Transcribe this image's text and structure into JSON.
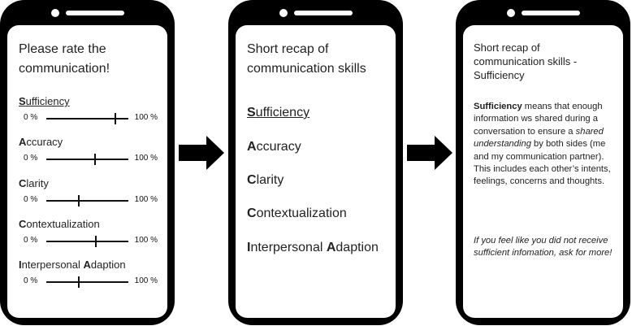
{
  "screen1": {
    "title_lines": [
      "Please rate the",
      "communication!"
    ],
    "min_label": "0 %",
    "max_label": "100 %",
    "ratings": [
      {
        "initial": "S",
        "rest": "ufficiency",
        "level": 0.84
      },
      {
        "initial": "A",
        "rest": "ccuracy",
        "level": 0.59
      },
      {
        "initial": "C",
        "rest": "larity",
        "level": 0.4
      },
      {
        "initial": "C",
        "rest": "ontextualization",
        "level": 0.6
      },
      {
        "initial": "I",
        "rest": "nterpersonal ",
        "initial2": "A",
        "rest2": "daption",
        "level": 0.4
      }
    ]
  },
  "screen2": {
    "title_lines": [
      "Short recap of",
      "communication skills"
    ],
    "skills": [
      {
        "initial": "S",
        "rest": "ufficiency"
      },
      {
        "initial": "A",
        "rest": "ccuracy"
      },
      {
        "initial": "C",
        "rest": "larity"
      },
      {
        "initial": "C",
        "rest": "ontextualization"
      },
      {
        "initial": "I",
        "rest": "nterpersonal ",
        "initial2": "A",
        "rest2": "daption"
      }
    ]
  },
  "screen3": {
    "title_lines": [
      "Short recap of",
      "communication skills -",
      "Sufficiency"
    ],
    "body_bold": "Sufficiency",
    "body_1": " means that enough information ws shared during a conversation to ensure a ",
    "body_italic": "shared understanding",
    "body_2": " by both sides (me and my communication partner). This includes each other’s intents, feelings, concerns and thoughts.",
    "note": "If you feel like you did not receive sufficient infomation, ask for more!"
  },
  "colors": {
    "phone": "#000000",
    "screen": "#ffffff",
    "text": "#222222"
  },
  "icons": [
    "right-arrow-icon",
    "right-arrow-icon"
  ]
}
